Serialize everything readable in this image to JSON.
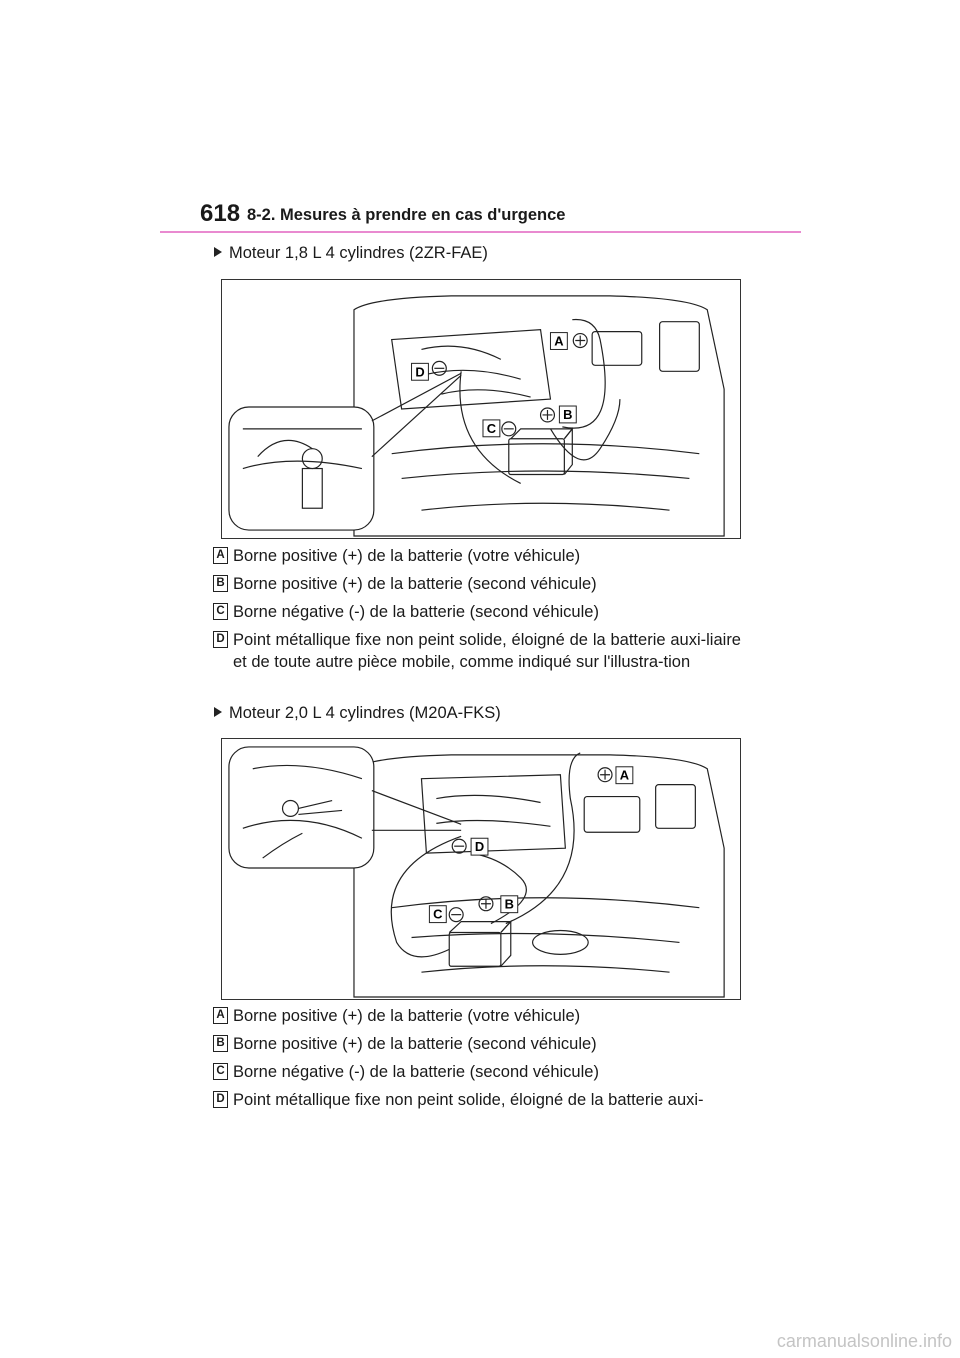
{
  "header": {
    "page_number": "618",
    "section_title": "8-2. Mesures à prendre en cas d'urgence"
  },
  "section1": {
    "bullet": "Moteur 1,8 L 4 cylindres (2ZR-FAE)",
    "callouts": {
      "a": "A",
      "b": "B",
      "c": "C",
      "d": "D"
    },
    "legend": [
      {
        "badge": "A",
        "text": "Borne positive (+) de la batterie (votre véhicule)"
      },
      {
        "badge": "B",
        "text": "Borne positive (+) de la batterie (second véhicule)"
      },
      {
        "badge": "C",
        "text": "Borne négative (-) de la batterie (second véhicule)"
      },
      {
        "badge": "D",
        "text": "Point métallique fixe non peint solide, éloigné de la batterie auxi-liaire et de toute autre pièce mobile, comme indiqué sur l'illustra-tion"
      }
    ]
  },
  "section2": {
    "bullet": "Moteur 2,0 L 4 cylindres (M20A-FKS)",
    "callouts": {
      "a": "A",
      "b": "B",
      "c": "C",
      "d": "D"
    },
    "legend": [
      {
        "badge": "A",
        "text": "Borne positive (+) de la batterie (votre véhicule)"
      },
      {
        "badge": "B",
        "text": "Borne positive (+) de la batterie (second véhicule)"
      },
      {
        "badge": "C",
        "text": "Borne négative (-) de la batterie (second véhicule)"
      },
      {
        "badge": "D",
        "text": "Point métallique fixe non peint solide, éloigné de la batterie auxi-"
      }
    ]
  },
  "watermark": "carmanualsonline.info",
  "colors": {
    "header_rule": "#e98ad0",
    "text": "#1a1a1a"
  }
}
